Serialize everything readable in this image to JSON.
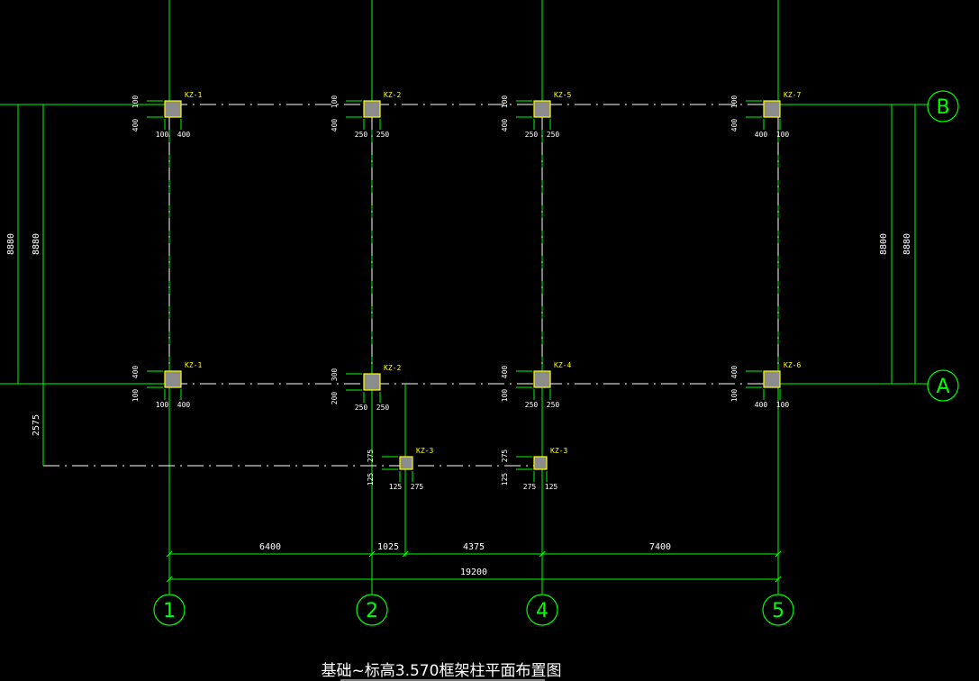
{
  "title": "基础~标高3.570框架柱平面布置图",
  "colors": {
    "background": "#000000",
    "axis": "#00ff00",
    "grid_line": "#ffffff",
    "column_fill": "#8c8c8c",
    "column_outline": "#ffff00",
    "label": "#ffff00",
    "dim_text": "#ffffff",
    "title": "#ffffff"
  },
  "axes": {
    "rows": [
      "B",
      "A"
    ],
    "cols": [
      "1",
      "2",
      "4",
      "5"
    ]
  },
  "dimensions": {
    "bottom_segments": [
      "6400",
      "1025",
      "4375",
      "7400"
    ],
    "bottom_total": "19200",
    "left_outer": "8880",
    "left_inner": "8880",
    "right_outer": "8800",
    "right_inner": "8880",
    "left_offset": "2575"
  },
  "columns": [
    {
      "label": "KZ-1",
      "dims": [
        "100",
        "400",
        "100",
        "400"
      ]
    },
    {
      "label": "KZ-2",
      "dims": [
        "100",
        "400",
        "250",
        "250"
      ]
    },
    {
      "label": "KZ-5",
      "dims": [
        "100",
        "400",
        "250",
        "250"
      ]
    },
    {
      "label": "KZ-7",
      "dims": [
        "100",
        "400",
        "400",
        "100"
      ]
    },
    {
      "label": "KZ-1",
      "dims": [
        "400",
        "100",
        "100",
        "400"
      ]
    },
    {
      "label": "KZ-2",
      "dims": [
        "300",
        "200",
        "250",
        "250"
      ]
    },
    {
      "label": "KZ-4",
      "dims": [
        "400",
        "100",
        "250",
        "250"
      ]
    },
    {
      "label": "KZ-6",
      "dims": [
        "400",
        "100",
        "400",
        "100"
      ]
    },
    {
      "label": "KZ-3",
      "dims": [
        "275",
        "125",
        "125",
        "275"
      ]
    },
    {
      "label": "KZ-3",
      "dims": [
        "275",
        "125",
        "275",
        "125"
      ]
    }
  ]
}
